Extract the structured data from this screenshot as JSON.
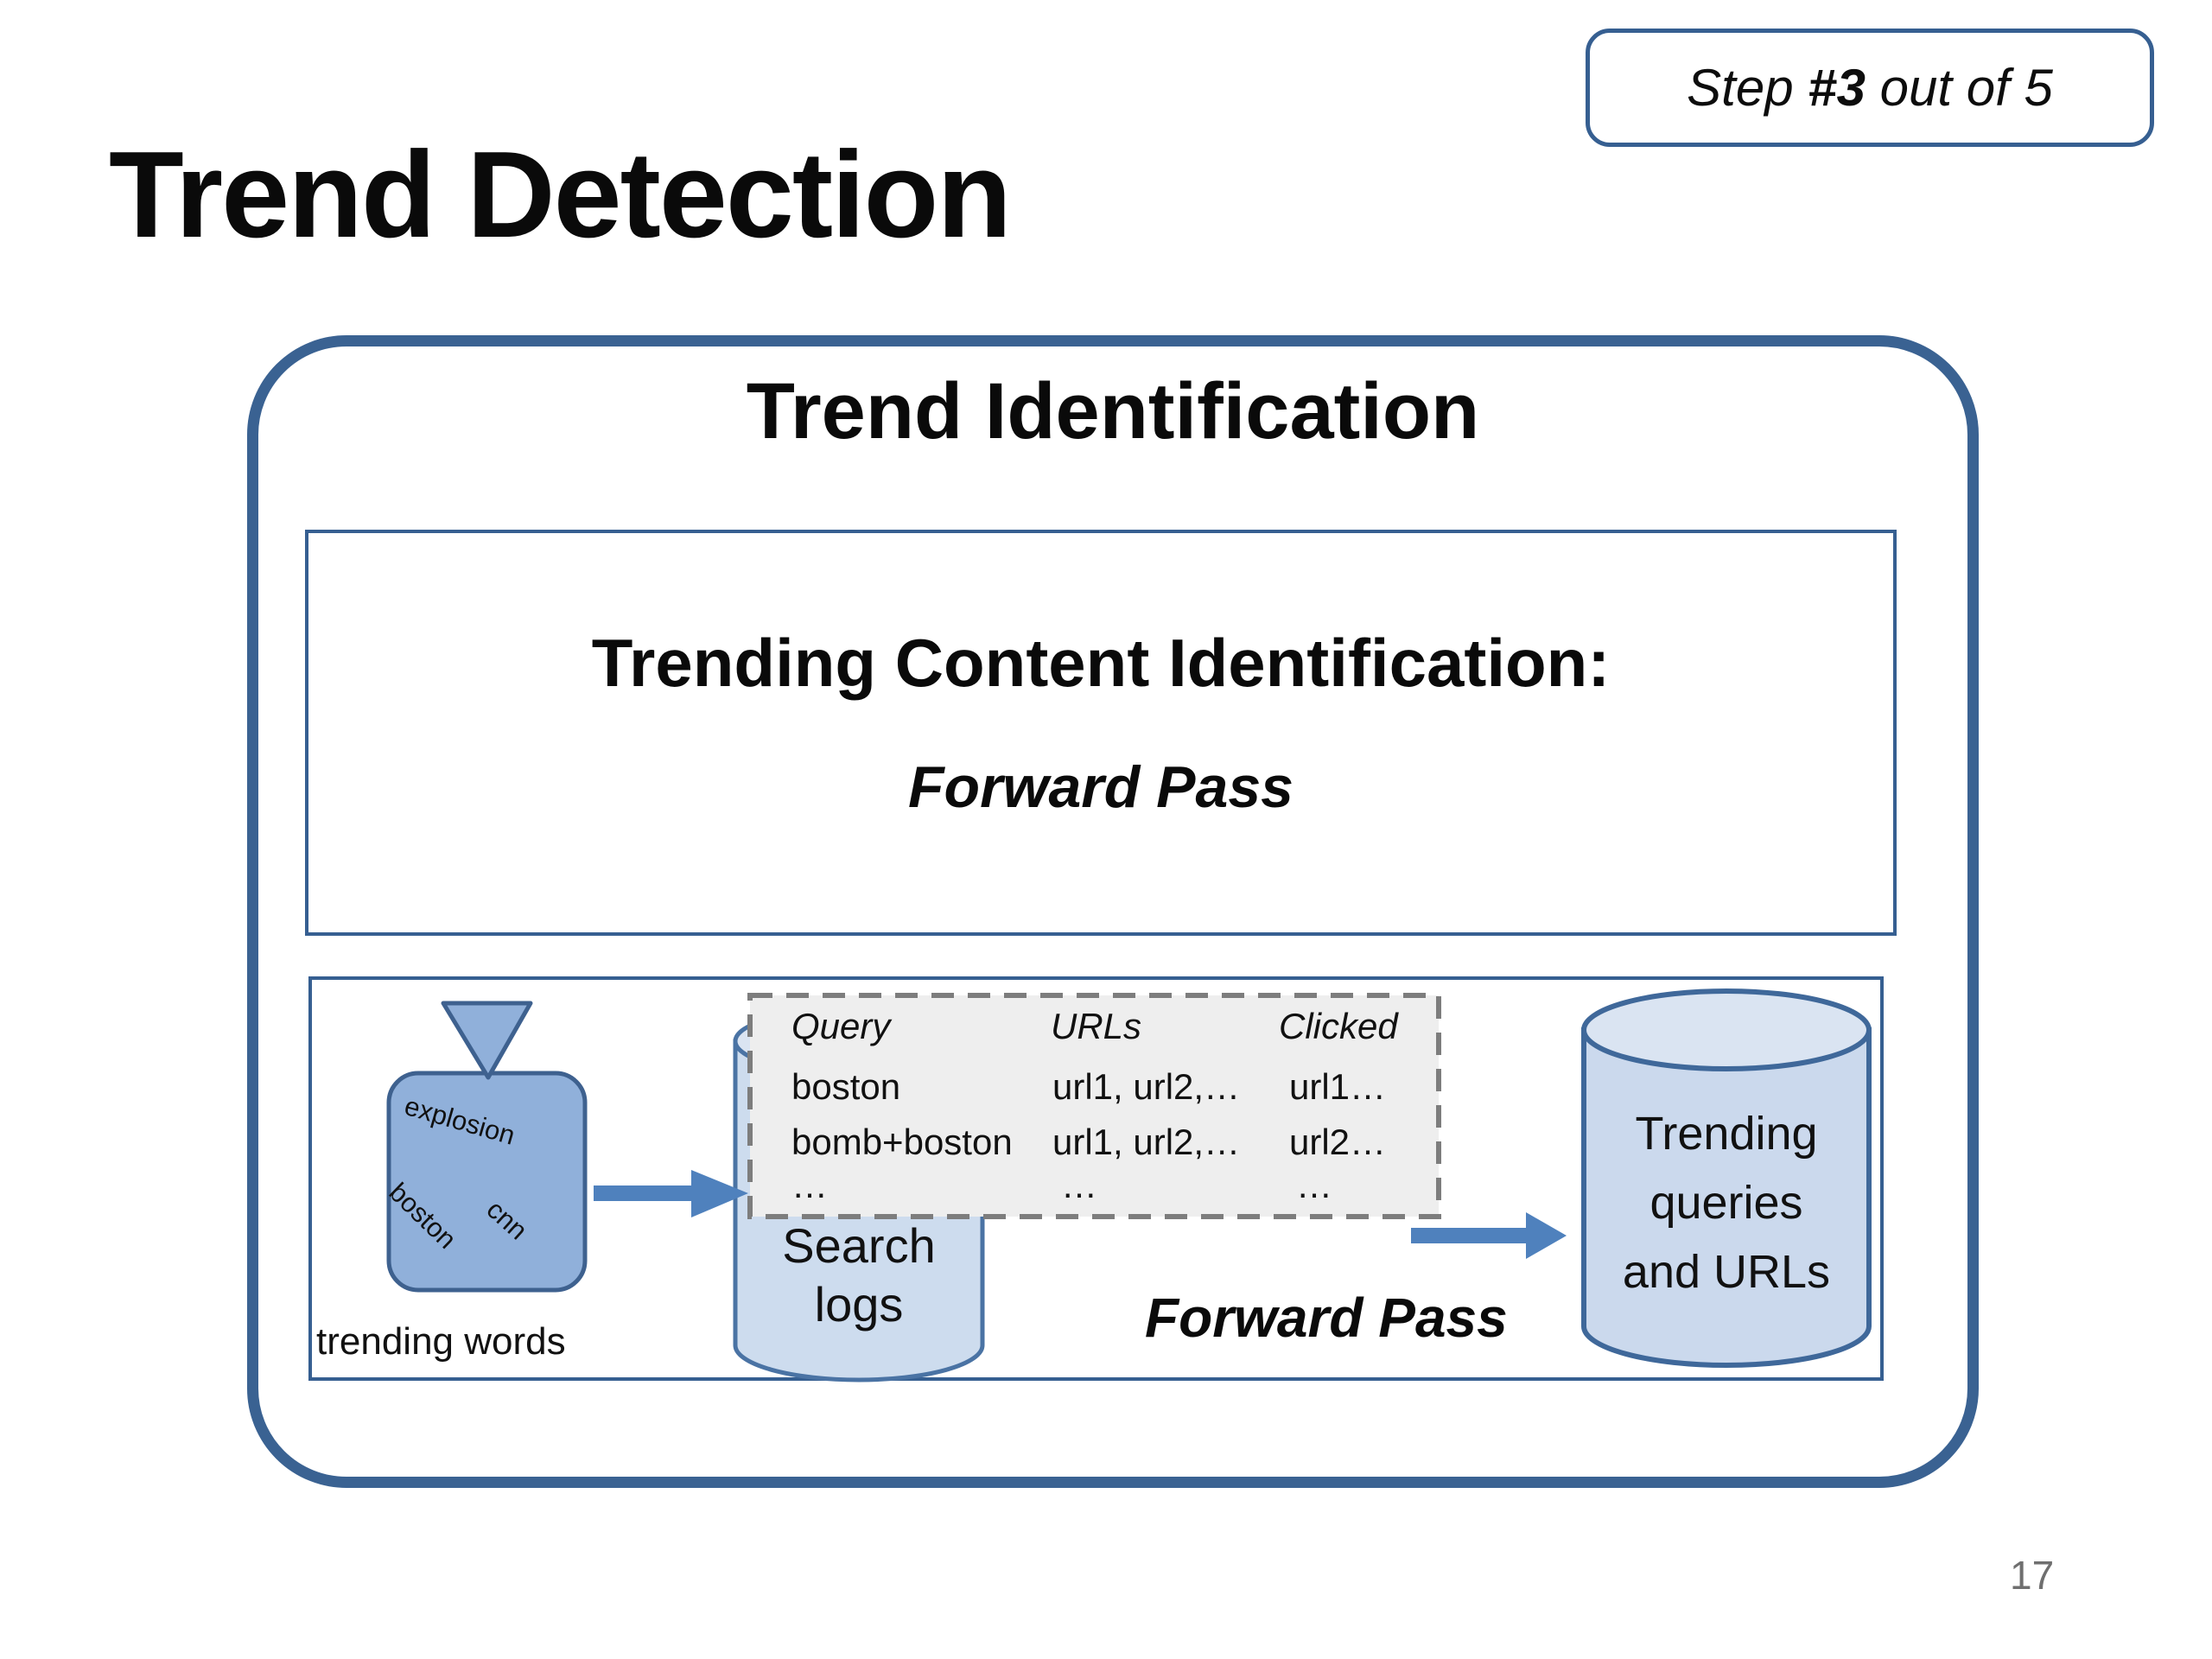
{
  "slide": {
    "step": {
      "prefix": "Step ",
      "number": "#3",
      "suffix": " out of 5"
    },
    "title": "Trend Detection",
    "page_number": "17",
    "panel": {
      "heading": "Trend Identification",
      "content_box": {
        "line1": "Trending Content Identification:",
        "line2": "Forward Pass"
      },
      "diagram": {
        "words": [
          "explosion",
          "boston",
          "cnn"
        ],
        "trending_words_label": "trending words",
        "search_logs": {
          "line1": "Search",
          "line2": "logs"
        },
        "forward_pass_label": "Forward Pass",
        "output_db": {
          "line1": "Trending",
          "line2": "queries",
          "line3": "and URLs"
        },
        "table": {
          "headers": [
            "Query",
            "URLs",
            "Clicked"
          ],
          "rows": [
            [
              "boston",
              "url1, url2,…",
              "url1…"
            ],
            [
              "bomb+boston",
              "url1, url2,…",
              "url2…"
            ],
            [
              "…",
              "…",
              "…"
            ]
          ]
        }
      }
    },
    "icons": {
      "funnel-icon": "inverted triangle funnel feeding word bag",
      "word-bag-shape": "rounded rectangle container of trending words",
      "search-logs-cylinder-icon": "database cylinder",
      "output-db-cylinder-icon": "database cylinder",
      "query-table-box": "dashed rectangle sample of search log records",
      "arrow-right-icon": "solid right-pointing flow arrow"
    },
    "colors": {
      "panel_border_blue": "#3a6292",
      "box_border_blue": "#365f91",
      "shape_fill_blue": "#90b0da",
      "shape_stroke_blue": "#3e618f",
      "cylinder_fill": "#cddcee",
      "cylinder_top_fill": "#dae4f2",
      "cylinder_stroke": "#4a73a4",
      "arrow_blue": "#4f81bd",
      "table_fill": "#eeeeee",
      "table_border_gray": "#7d7d7d",
      "page_number_gray": "#6f6f6f"
    }
  }
}
